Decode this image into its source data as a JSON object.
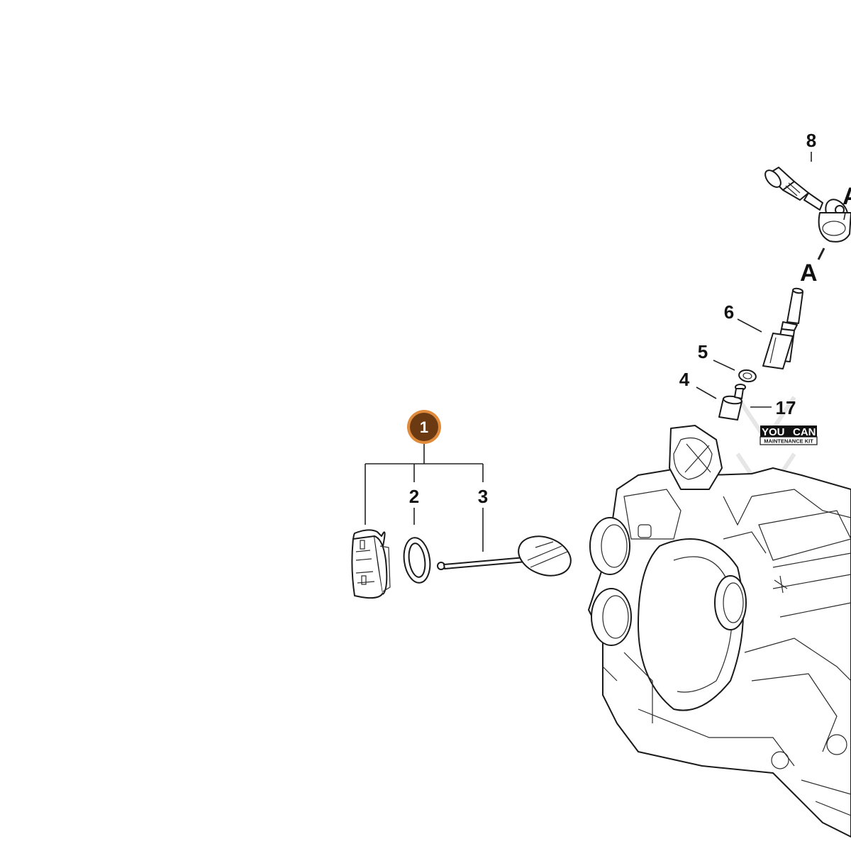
{
  "diagram": {
    "assembly_badge": {
      "label": "1",
      "color": "#6b3a12",
      "ring_color": "#e08a3c"
    },
    "callouts": {
      "item_2": "2",
      "item_3": "3",
      "item_4": "4",
      "item_5": "5",
      "item_6": "6",
      "item_8": "8",
      "item_17": "17",
      "ref_a_lower": "A",
      "ref_a_upper": "A"
    },
    "kit_logo": {
      "line1_left": "YOU",
      "line1_right": "CAN",
      "line2": "MAINTENANCE KIT"
    }
  }
}
